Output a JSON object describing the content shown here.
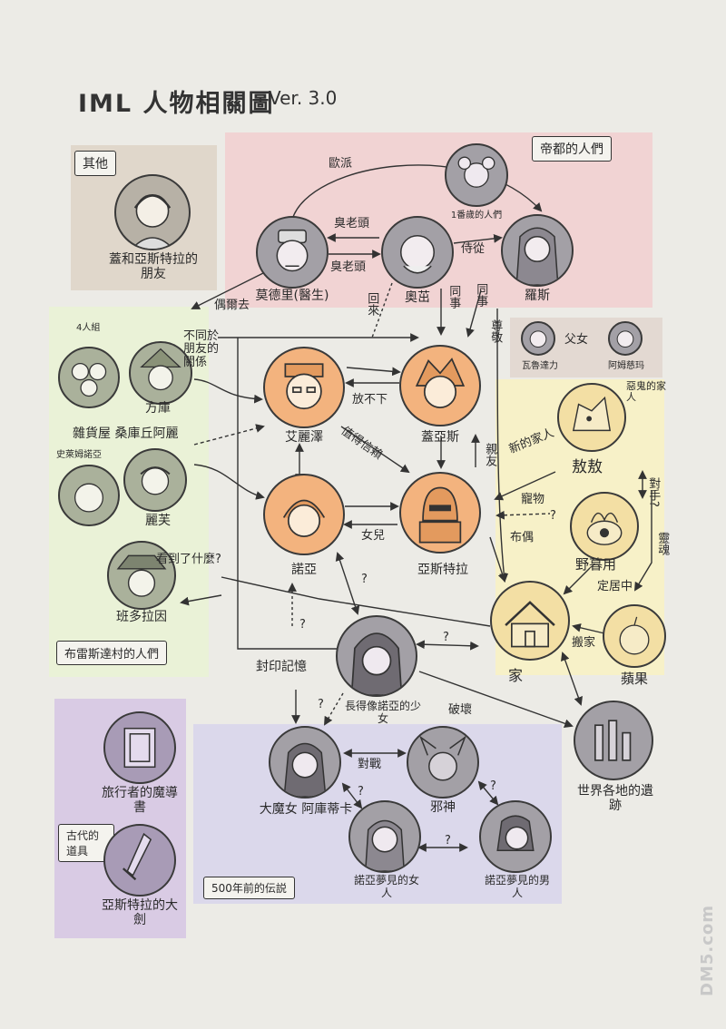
{
  "title": "IML 人物相關圖",
  "version": "Ver. 3.0",
  "regions": {
    "other": "其他",
    "capital": "帝都的人們",
    "village": "布雷斯達村的人們",
    "legend": "500年前的伝説",
    "ancient": "古代的道具"
  },
  "characters": {
    "friend": "蓋和亞斯特拉的朋友",
    "mordred": "莫德里(醫生)",
    "aomiao": "奧茁",
    "rose": "羅斯",
    "top_people": "1番歲的人們",
    "four_group": "4人組",
    "fangku": "方庫",
    "store": "雜貨屋 桑庫丘阿麗",
    "shirley": "史萊姆諾亞",
    "lifu": "麗芙",
    "bandolaen": "班多拉因",
    "elisa": "艾麗澤",
    "gaias": "蓋亞斯",
    "noah": "諾亞",
    "astra": "亞斯特拉",
    "hooded": "長得像諾亞的少女",
    "father": "瓦魯達力",
    "daughter": "阿姆慈玛",
    "jiujiu": "敖敖",
    "yemahe": "野暮用",
    "home": "家",
    "apple": "蘋果",
    "ruins": "世界各地的遺跡",
    "witch": "大魔女 阿庫蒂卡",
    "evilgod": "邪神",
    "noah_woman": "諾亞夢見的女人",
    "noah_man": "諾亞夢見的男人",
    "grimoire": "旅行者的魔導書",
    "sword": "亞斯特拉的大劍"
  },
  "relations": {
    "oupai": "歐派",
    "chou1": "臭老頭",
    "chou2": "臭老頭",
    "shicong": "侍從",
    "ouer": "偶爾去",
    "huilai": "回來",
    "tongshi1": "同事",
    "tongshi2": "同事",
    "zunjing": "尊敬",
    "fubuxia": "放不下",
    "zhidexinlai": "值得信賴",
    "qinyou": "親友",
    "nver": "女兒",
    "xindejiaren": "新的家人",
    "chongwu": "寵物",
    "buou": "布偶",
    "duishou": "對手?",
    "linghun": "靈魂",
    "dingjuzhong": "定居中",
    "banjia": "搬家",
    "fuyin": "封印記憶",
    "pohuai": "破壞",
    "duizhan": "對戰",
    "q1": "?",
    "q2": "?",
    "q3": "?",
    "q4": "?",
    "q5": "?",
    "q6": "?",
    "q7": "?",
    "q8": "?",
    "kandao": "看到了什麼?",
    "butongyu": "不同於朋友的關係",
    "fuxinv": "父女",
    "egui": "惡鬼的家人"
  },
  "watermark": "DM5.com",
  "colors": {
    "other": "#e0d7cb",
    "capital": "#f1d3d3",
    "village": "#eaf2d7",
    "home_area": "#f7f1c8",
    "legend": "#dbd8eb",
    "ancient": "#d9cbe4",
    "gray_node": "#a3a0a6",
    "orange_node": "#f3b37e",
    "green_node": "#aab19b"
  }
}
